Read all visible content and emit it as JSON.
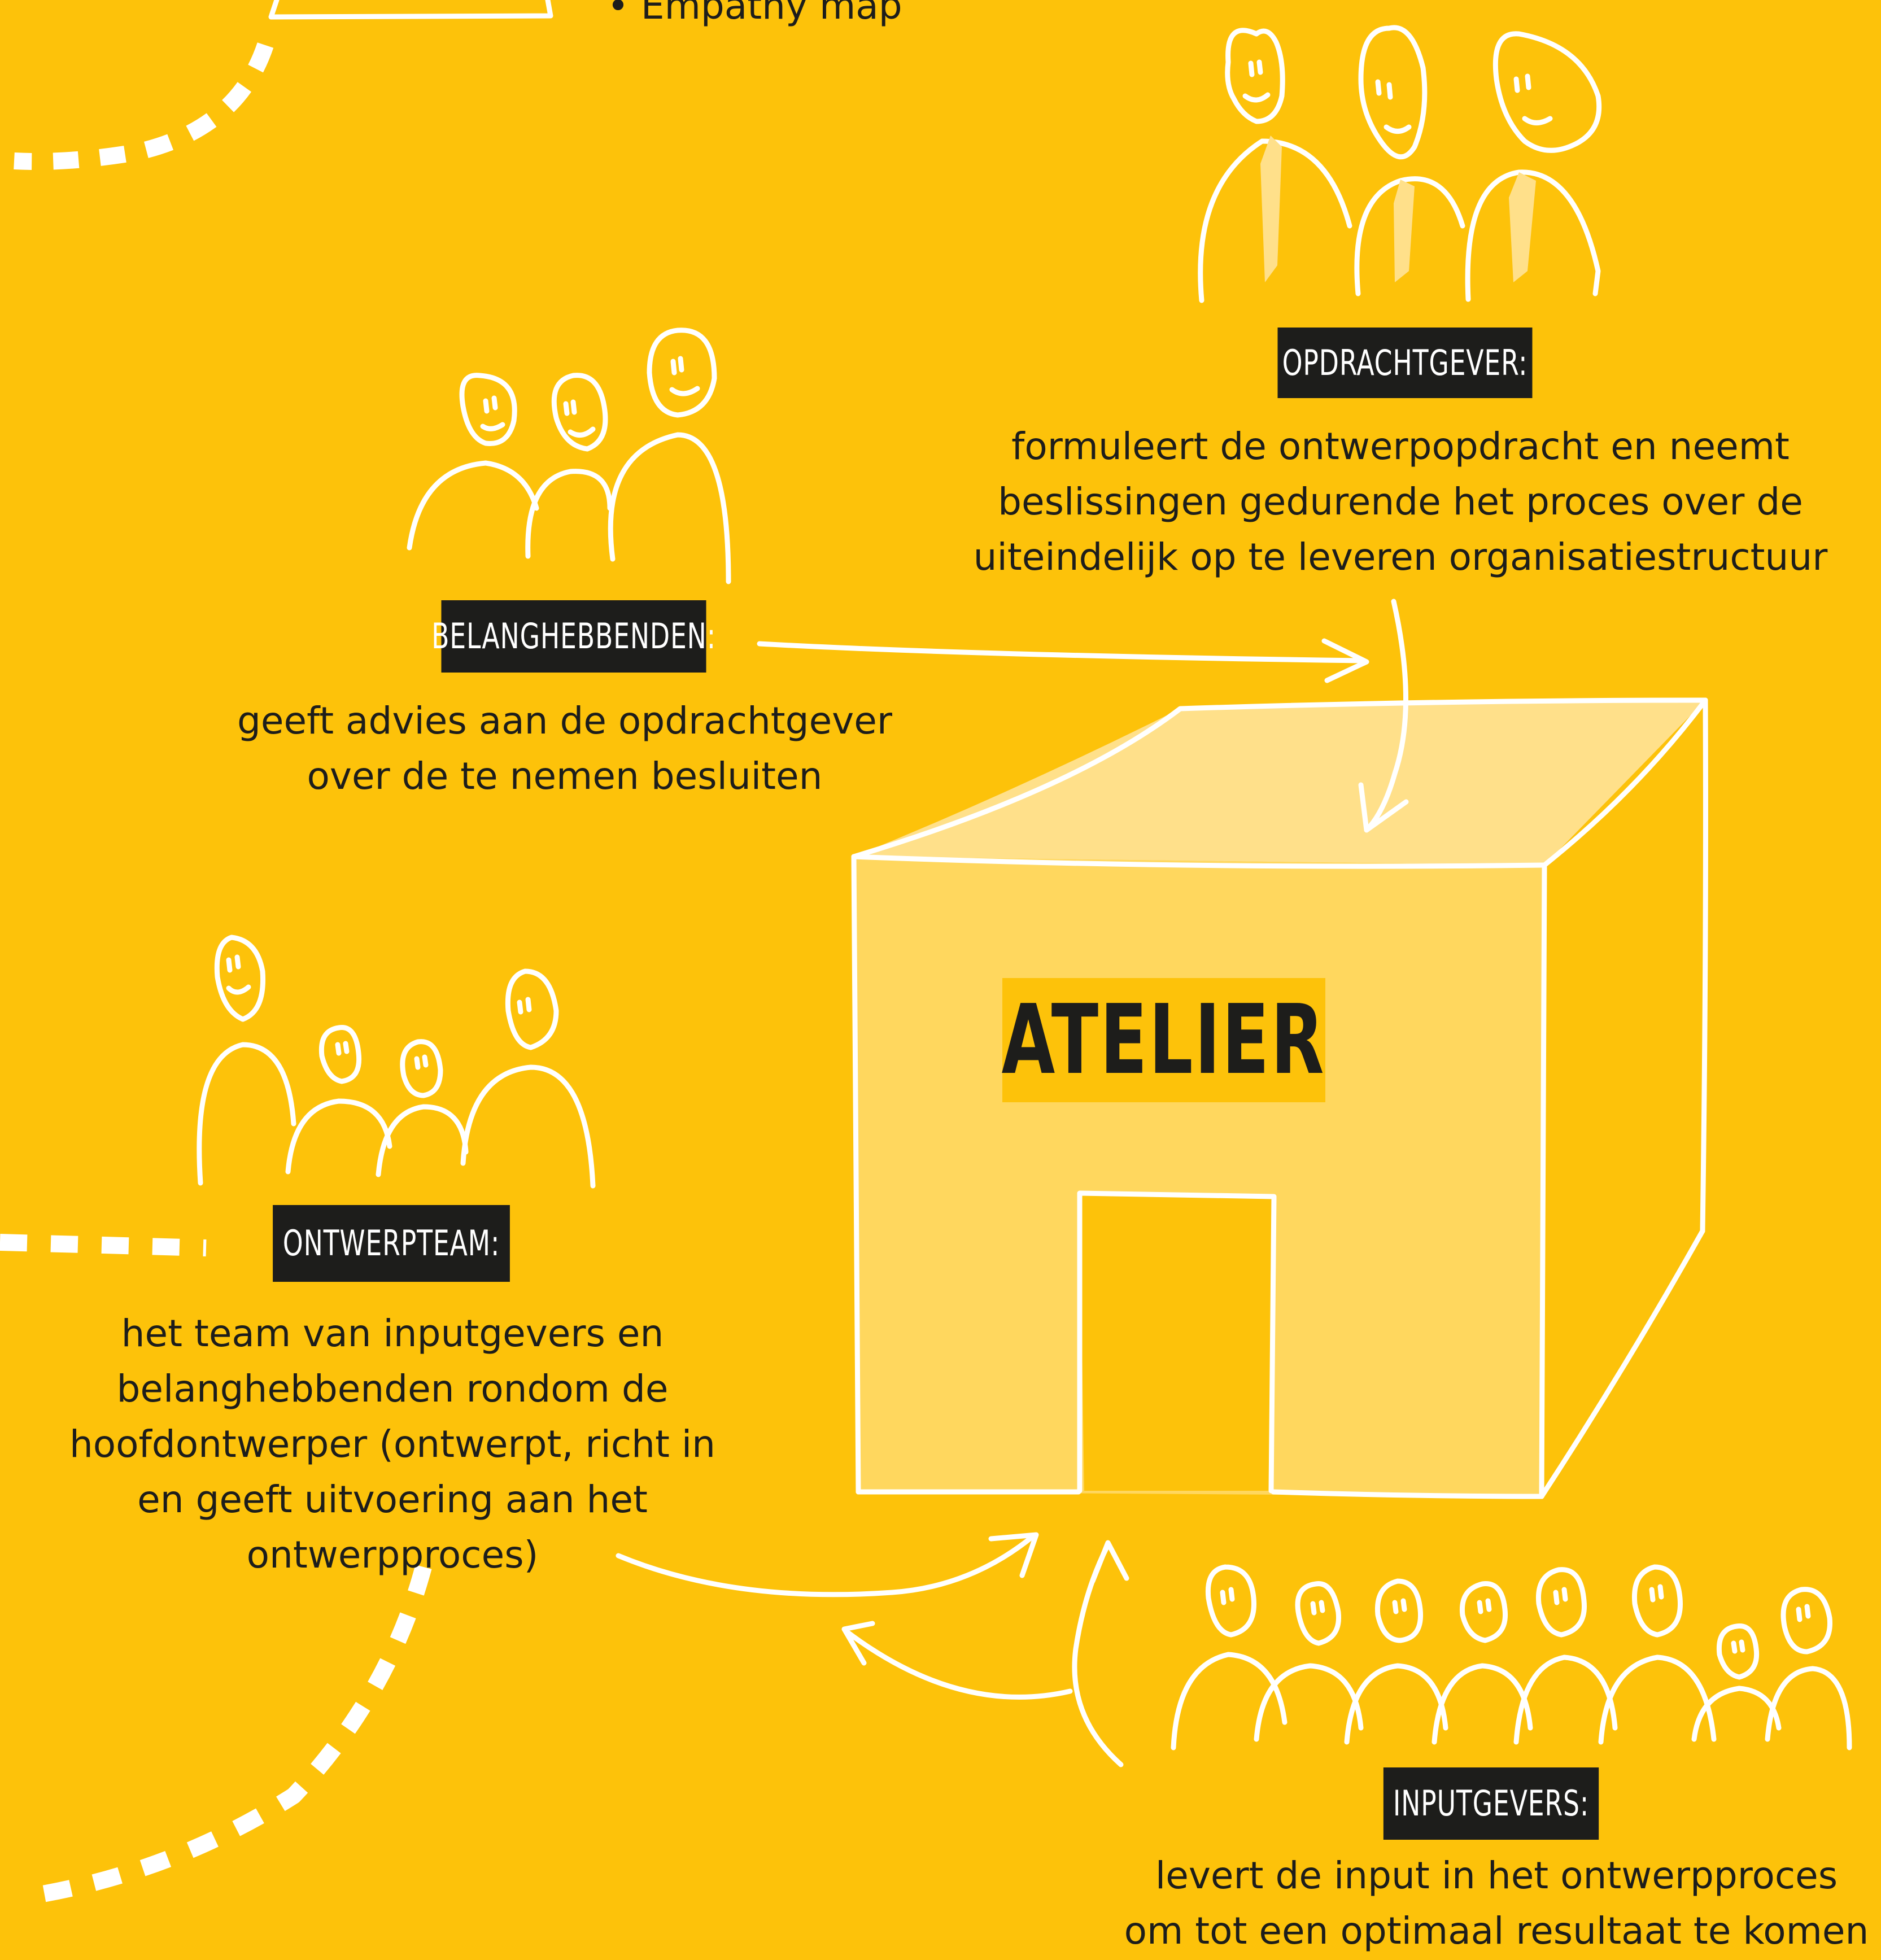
{
  "top_note": "• Empathy map",
  "center": {
    "title": "ATELIER"
  },
  "roles": {
    "opdrachtgever": {
      "label": "OPDRACHTGEVER:",
      "description": "formuleert de ontwerpopdracht en neemt\nbeslissingen gedurende het proces over de\nuiteindelijk op te leveren organisatiestructuur"
    },
    "belanghebbenden": {
      "label": "BELANGHEBBENDEN:",
      "description": "geeft advies aan de opdrachtgever\nover de te nemen besluiten"
    },
    "ontwerpteam": {
      "label": "ONTWERPTEAM:",
      "description": "het team van inputgevers en\nbelanghebbenden rondom de\nhoofdontwerper (ontwerpt, richt in\nen geeft uitvoering aan het ontwerpproces)"
    },
    "inputgevers": {
      "label": "INPUTGEVERS:",
      "description": "levert de input in het ontwerpproces\nom tot een optimaal resultaat te komen"
    }
  },
  "colors": {
    "background": "#FDC20A",
    "line": "#FFFFFF",
    "label_bg": "#1D1D1B",
    "text": "#1D1D1B",
    "cube_fill": "#FFD75E",
    "cube_tint": "#FFE08A"
  }
}
